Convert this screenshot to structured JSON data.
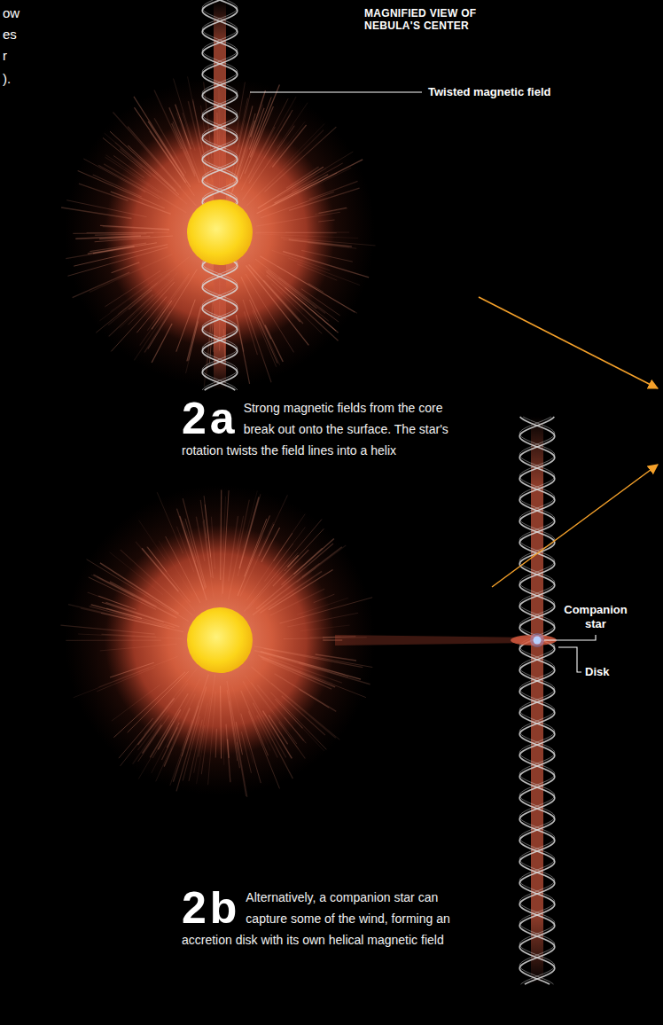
{
  "diagram": {
    "title": "MAGNIFIED VIEW OF NEBULA'S CENTER",
    "labels": [
      "ow",
      "es",
      "r",
      ").",
      "Twisted magnetic field",
      "2a",
      "Strong magnetic fields from the core break out onto the surface. The star's rotation twists the field lines into a helix",
      "Companion star",
      "Disk",
      "2b",
      "Alternatively, a companion star can capture some of the wind, forming an accretion disk with its own helical magnetic field"
    ]
  }
}
